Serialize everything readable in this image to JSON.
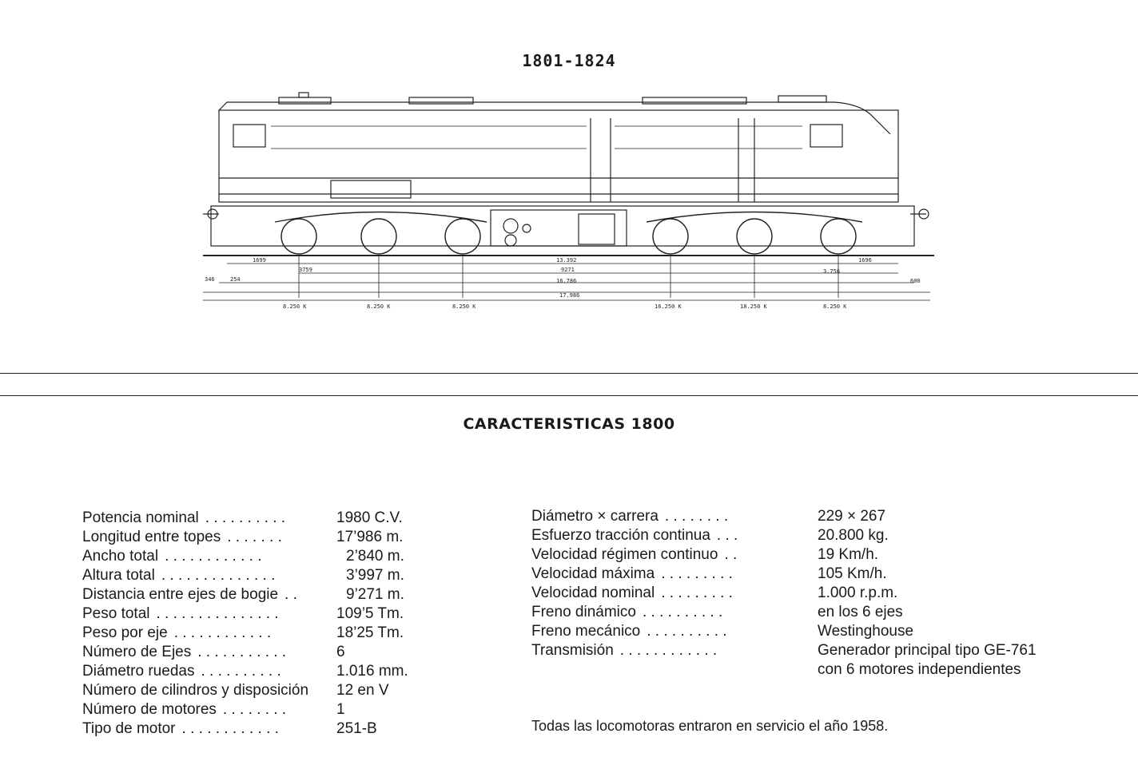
{
  "header": {
    "series": "1801-1824"
  },
  "drawing": {
    "dimensions": [
      "1699",
      "3759",
      "346",
      "254",
      "13.392",
      "9271",
      "16.786",
      "17.986",
      "1696",
      "3.756",
      "600"
    ],
    "axle_loads": [
      "8.250 K",
      "8.250 K",
      "8.250 K",
      "16.250 K",
      "18.250 K",
      "8.250 K"
    ]
  },
  "section": {
    "title": "CARACTERISTICAS 1800"
  },
  "specs_left": [
    {
      "label": "Potencia nominal",
      "dots": ". . . . . . . . . .",
      "value": "1980 C.V."
    },
    {
      "label": "Longitud entre topes",
      "dots": ". . . . . . .",
      "value": "17’986 m."
    },
    {
      "label": "Ancho total",
      "dots": ". . . . . . . . . . . .",
      "value": "2’840 m."
    },
    {
      "label": "Altura total",
      "dots": ". . . . . . . . . . . . . .",
      "value": "3’997 m."
    },
    {
      "label": "Distancia entre ejes de bogie",
      "dots": ". .",
      "value": "9’271 m."
    },
    {
      "label": "Peso total",
      "dots": ". . . . . . . . . . . . . . .",
      "value": "109’5 Tm."
    },
    {
      "label": "Peso por eje",
      "dots": ". . . . . . . . . . . .",
      "value": "18’25 Tm."
    },
    {
      "label": "Número de Ejes",
      "dots": ". . . . . . . . . . .",
      "value": "6"
    },
    {
      "label": "Diámetro ruedas",
      "dots": ". . . . . . . . . .",
      "value": "1.016 mm."
    },
    {
      "label": "Número de cilindros y disposición",
      "dots": "",
      "value": "12 en V"
    },
    {
      "label": "Número de motores",
      "dots": ". . . . . . . .",
      "value": "1"
    },
    {
      "label": "Tipo de motor",
      "dots": ". . . . . . . . . . . .",
      "value": "251-B"
    }
  ],
  "specs_right": [
    {
      "label": "Diámetro × carrera",
      "dots": ". . . . . . . .",
      "value": "229 × 267"
    },
    {
      "label": "Esfuerzo tracción continua",
      "dots": ". . .",
      "value": "20.800 kg."
    },
    {
      "label": "Velocidad régimen continuo",
      "dots": ". .",
      "value": "19 Km/h."
    },
    {
      "label": "Velocidad máxima",
      "dots": ". . . . . . . . .",
      "value": "105 Km/h."
    },
    {
      "label": "Velocidad nominal",
      "dots": ". . . . . . . . .",
      "value": "1.000 r.p.m."
    },
    {
      "label": "Freno dinámico",
      "dots": ". . . . . . . . . .",
      "value": "en los 6 ejes"
    },
    {
      "label": "Freno mecánico",
      "dots": ". . . . . . . . . .",
      "value": "Westinghouse"
    },
    {
      "label": "Transmisión",
      "dots": ". . . . . . . . . . . .",
      "value": "Generador principal tipo GE-761"
    },
    {
      "label": "",
      "dots": "",
      "value": "con 6 motores independientes"
    }
  ],
  "note": "Todas las locomotoras entraron en servicio el año 1958."
}
